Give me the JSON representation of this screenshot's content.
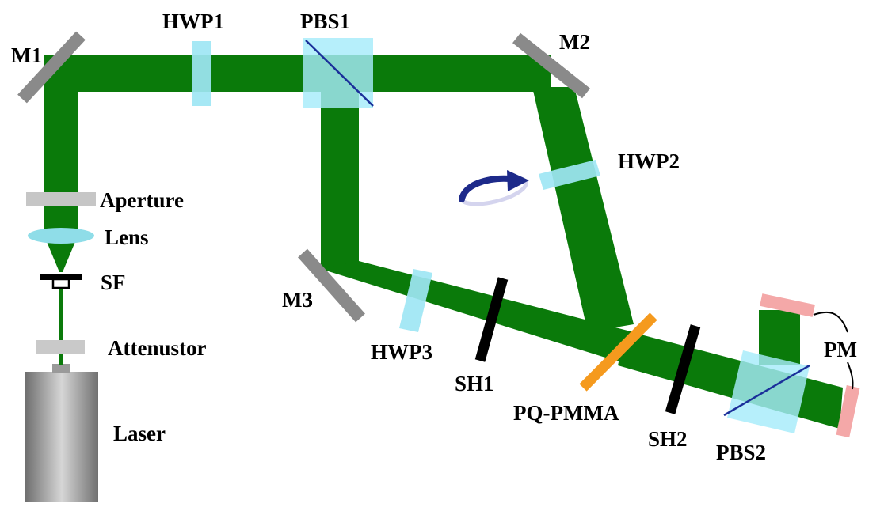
{
  "labels": {
    "m1": "M1",
    "hwp1": "HWP1",
    "pbs1": "PBS1",
    "m2": "M2",
    "hwp2": "HWP2",
    "aperture": "Aperture",
    "lens": "Lens",
    "sf": "SF",
    "attenuator": "Attenustor",
    "laser": "Laser",
    "m3": "M3",
    "hwp3": "HWP3",
    "sh1": "SH1",
    "pq_pmma": "PQ-PMMA",
    "sh2": "SH2",
    "pbs2": "PBS2",
    "pm": "PM"
  },
  "colors": {
    "beam": "#0a7a0a",
    "mirror": "#8a8a8a",
    "waveplate": "#9ee6f4",
    "beam_splitter": "#a6ecfa",
    "splitter_line": "#1a2f9a",
    "shutter": "#000000",
    "sample": "#f59a1e",
    "power_meter": "#f4a8a8",
    "lens": "#8fdde8",
    "rotation_arrow": "#1d2a8a"
  }
}
